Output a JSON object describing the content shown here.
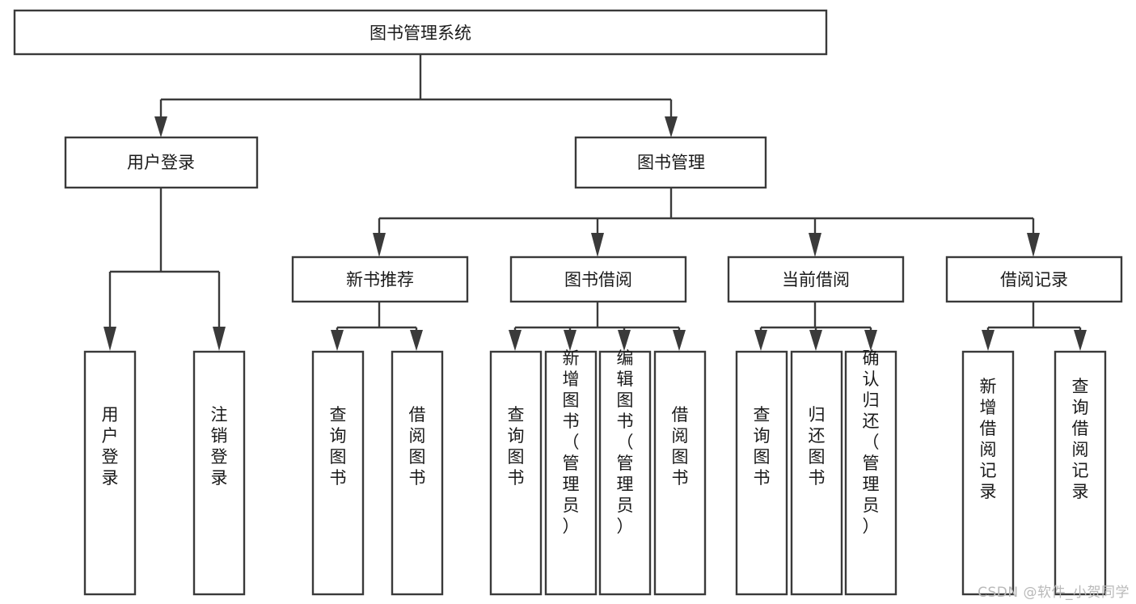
{
  "diagram": {
    "type": "tree-hierarchy-diagram",
    "title": "图书管理系统",
    "watermark": "CSDN @软件_小贺同学",
    "colors": {
      "box_stroke": "#3a3a3a",
      "box_fill": "#ffffff",
      "text": "#1a1a1a",
      "background": "#ffffff",
      "watermark": "#b9b9b9"
    },
    "nodes": {
      "root": {
        "label": "图书管理系统"
      },
      "level2": [
        {
          "label": "用户登录"
        },
        {
          "label": "图书管理"
        }
      ],
      "level3": [
        {
          "label": "新书推荐"
        },
        {
          "label": "图书借阅"
        },
        {
          "label": "当前借阅"
        },
        {
          "label": "借阅记录"
        }
      ],
      "leaves_user_login": [
        {
          "label": "用户登录"
        },
        {
          "label": "注销登录"
        }
      ],
      "leaves_new_book": [
        {
          "label": "查询图书"
        },
        {
          "label": "借阅图书"
        }
      ],
      "leaves_borrow": [
        {
          "label": "查询图书"
        },
        {
          "label": "新增图书（管理员）"
        },
        {
          "label": "编辑图书（管理员）"
        },
        {
          "label": "借阅图书"
        }
      ],
      "leaves_current": [
        {
          "label": "查询图书"
        },
        {
          "label": "归还图书"
        },
        {
          "label": "确认归还（管理员）"
        }
      ],
      "leaves_records": [
        {
          "label": "新增借阅记录"
        },
        {
          "label": "查询借阅记录"
        }
      ]
    }
  }
}
